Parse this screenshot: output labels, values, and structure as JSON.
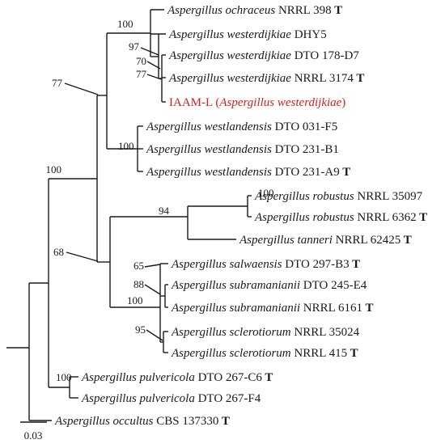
{
  "colors": {
    "line": "#1a1a1a",
    "text": "#1a1a1a",
    "highlight": "#d81e1e"
  },
  "taxa": [
    {
      "genus": "Aspergillus",
      "species": "ochraceus",
      "strain": "NRRL 398",
      "type": "T"
    },
    {
      "genus": "Aspergillus",
      "species": "westerdijkiae",
      "strain": "DHY5",
      "type": ""
    },
    {
      "genus": "Aspergillus",
      "species": "westerdijkiae",
      "strain": "DTO 178-D7",
      "type": ""
    },
    {
      "genus": "Aspergillus",
      "species": "westerdijkiae",
      "strain": "NRRL 3174",
      "type": "T"
    },
    {
      "prefix": "IAAM-L (",
      "name": "Aspergillus westerdijkiae",
      "suffix": ")",
      "highlight": true
    },
    {
      "genus": "Aspergillus",
      "species": "westlandensis",
      "strain": "DTO 031-F5",
      "type": ""
    },
    {
      "genus": "Aspergillus",
      "species": "westlandensis",
      "strain": "DTO 231-B1",
      "type": ""
    },
    {
      "genus": "Aspergillus",
      "species": "westlandensis",
      "strain": "DTO 231-A9",
      "type": "T"
    },
    {
      "genus": "Aspergillus",
      "species": "robustus",
      "strain": "NRRL 35097",
      "type": ""
    },
    {
      "genus": "Aspergillus",
      "species": "robustus",
      "strain": "NRRL 6362",
      "type": "T"
    },
    {
      "genus": "Aspergillus",
      "species": "tanneri",
      "strain": "NRRL 62425",
      "type": "T"
    },
    {
      "genus": "Aspergillus",
      "species": "salwaensis",
      "strain": "DTO 297-B3",
      "type": "T"
    },
    {
      "genus": "Aspergillus",
      "species": "subramanianii",
      "strain": "DTO 245-E4",
      "type": ""
    },
    {
      "genus": "Aspergillus",
      "species": "subramanianii",
      "strain": "NRRL 6161",
      "type": "T"
    },
    {
      "genus": "Aspergillus",
      "species": "sclerotiorum",
      "strain": "NRRL 35024",
      "type": ""
    },
    {
      "genus": "Aspergillus",
      "species": "sclerotiorum",
      "strain": "NRRL 415",
      "type": "T"
    },
    {
      "genus": "Aspergillus",
      "species": "pulvericola",
      "strain": "DTO 267-C6",
      "type": "T"
    },
    {
      "genus": "Aspergillus",
      "species": "pulvericola",
      "strain": "DTO 267-F4",
      "type": ""
    },
    {
      "genus": "Aspergillus",
      "species": "occultus",
      "strain": "CBS 137330",
      "type": "T"
    }
  ],
  "support": [
    "100",
    "97",
    "70",
    "77",
    "77",
    "100",
    "100",
    "100",
    "94",
    "68",
    "65",
    "88",
    "100",
    "95",
    "100"
  ],
  "scale_bar": "0.03"
}
